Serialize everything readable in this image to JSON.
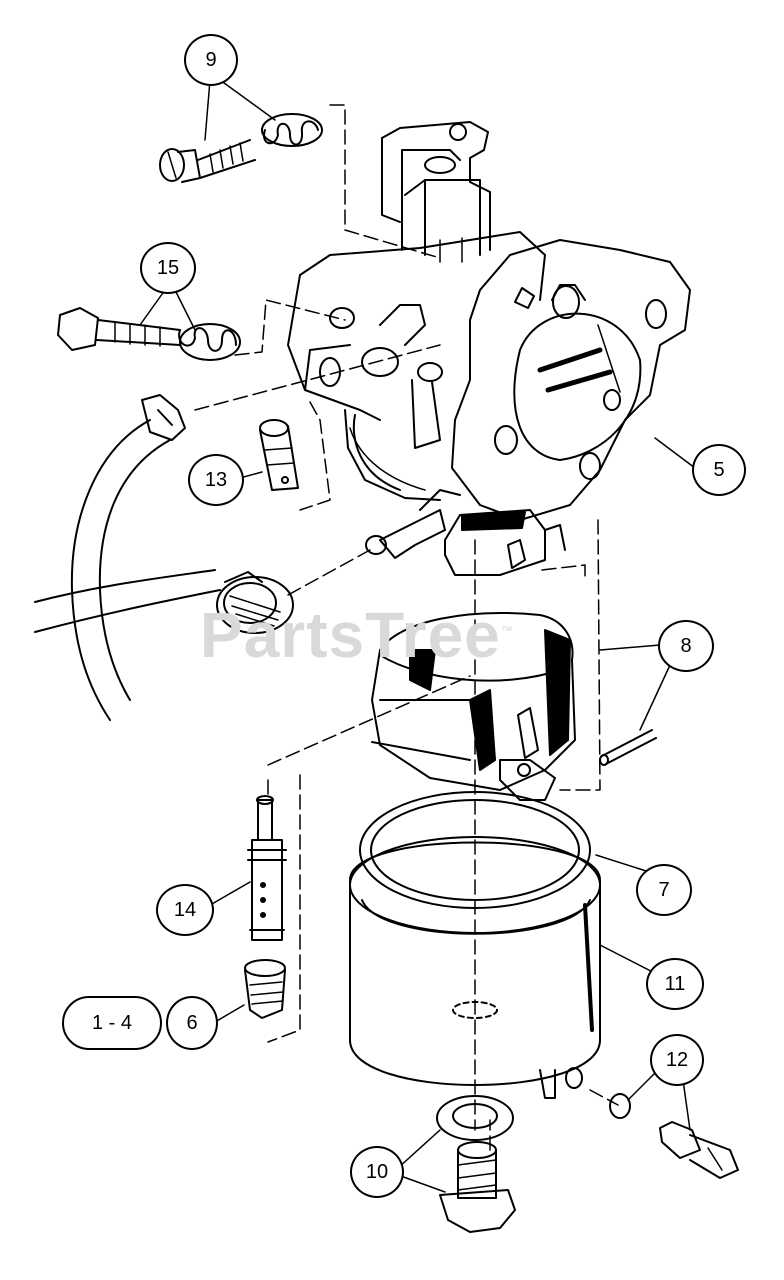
{
  "diagram": {
    "watermark": "PartsTree",
    "trademark": "™",
    "callouts": [
      {
        "key": "9",
        "label": "9"
      },
      {
        "key": "15",
        "label": "15"
      },
      {
        "key": "13",
        "label": "13"
      },
      {
        "key": "5",
        "label": "5"
      },
      {
        "key": "8",
        "label": "8"
      },
      {
        "key": "14",
        "label": "14"
      },
      {
        "key": "7",
        "label": "7"
      },
      {
        "key": "11",
        "label": "11"
      },
      {
        "key": "ref",
        "label": "1 - 4"
      },
      {
        "key": "6",
        "label": "6"
      },
      {
        "key": "12",
        "label": "12"
      },
      {
        "key": "10",
        "label": "10"
      }
    ]
  }
}
